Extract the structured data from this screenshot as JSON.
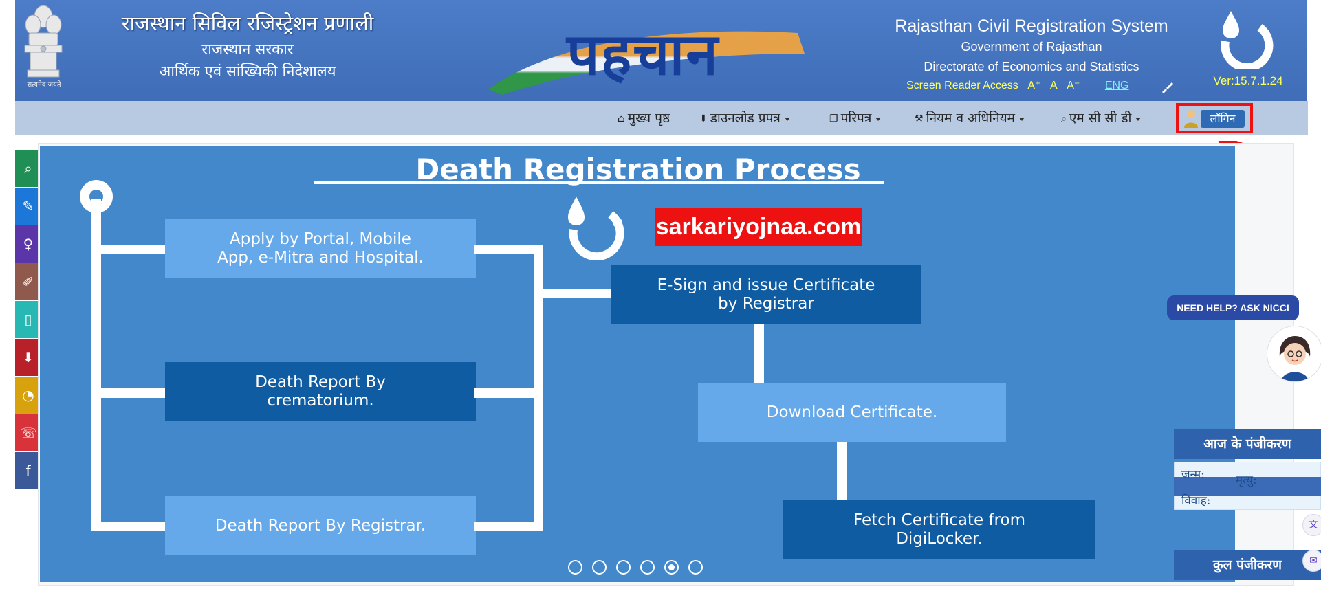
{
  "header": {
    "hindi_title": "राजस्थान सिविल रजिस्ट्रेशन प्रणाली",
    "hindi_sub1": "राजस्थान सरकार",
    "hindi_sub2": "आर्थिक एवं सांख्यिकी निदेशालय",
    "emblem_caption": "सत्यमेव जयते",
    "logo_word": "पहचान",
    "english_title": "Rajasthan Civil Registration System",
    "english_sub1": "Government of Rajasthan",
    "english_sub2": "Directorate of Economics and Statistics",
    "screen_reader": "Screen Reader Access",
    "font_increase": "A⁺",
    "font_normal": "A",
    "font_decrease": "A⁻",
    "language": "ENG",
    "version": "Ver:15.7.1.24"
  },
  "nav": {
    "home": "मुख्य पृष्ठ",
    "download": "डाउनलोड प्रपत्र",
    "circular": "परिपत्र",
    "rules": "नियम व अधिनियम",
    "mccd": "एम सी सी डी",
    "login": "लॉगिन"
  },
  "sidebar": {
    "icons": [
      "search-icon",
      "edit-icon",
      "person-icon",
      "pencil-icon",
      "mobile-icon",
      "download-icon",
      "dashboard-icon",
      "phone-icon",
      "facebook-icon"
    ],
    "colors": [
      "#1f8f56",
      "#1c77d8",
      "#5a36a8",
      "#8f5a4d",
      "#27b8b4",
      "#b8202a",
      "#d8a20f",
      "#d8333a",
      "#3b5998"
    ]
  },
  "slide": {
    "title": "Death Registration Process",
    "watermark": "sarkariyojnaa.com",
    "box_apply": "Apply by Portal, Mobile\nApp, e-Mitra and Hospital.",
    "box_crematorium": "Death Report By\ncrematorium.",
    "box_registrar": "Death Report By Registrar.",
    "box_esign": "E-Sign and issue Certificate\nby Registrar",
    "box_download": "Download Certificate.",
    "box_digilocker": "Fetch Certificate from\nDigiLocker.",
    "dots_total": 6,
    "active_dot": 5
  },
  "widgets": {
    "help": "NEED HELP? ASK NICCI",
    "today_title": "आज के पंजीकरण",
    "birth": "जन्म:",
    "death": "मृत्यु:",
    "marriage": "विवाह:",
    "total_title": "कुल पंजीकरण"
  },
  "colors": {
    "header_blue": "#4577c2",
    "nav_bg": "#b8c9e2",
    "slide_bg": "#4488cc",
    "box_light": "#66a9ea",
    "box_dark": "#0f5ca3",
    "highlight_red": "#ee1111"
  }
}
